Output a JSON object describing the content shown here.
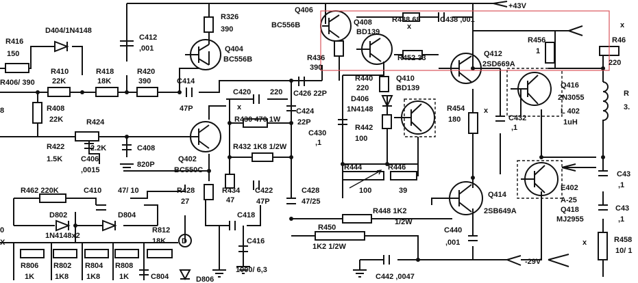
{
  "schematic": {
    "rails": {
      "positive": "+43V",
      "negative": "-29V"
    },
    "components": {
      "r416": {
        "ref": "R416",
        "value": "150"
      },
      "d404": {
        "ref": "D404/1N4148"
      },
      "c412": {
        "ref": "C412",
        "value": ",001"
      },
      "r326": {
        "ref": "R326",
        "value": "390"
      },
      "q406": {
        "ref": "Q406",
        "value": "BC556B"
      },
      "q408": {
        "ref": "Q408",
        "value": "BD139"
      },
      "r438": {
        "ref": "R438 68"
      },
      "c438": {
        "ref": "C438 ,001"
      },
      "r456": {
        "ref": "R456",
        "value": "1"
      },
      "r46x": {
        "ref": "R46",
        "value": "220"
      },
      "r406": {
        "ref": "R406/ 390"
      },
      "r410": {
        "ref": "R410",
        "value": "22K"
      },
      "r418": {
        "ref": "R418",
        "value": "18K"
      },
      "r420": {
        "ref": "R420",
        "value": "390"
      },
      "c414": {
        "ref": "C414",
        "value": "47P"
      },
      "q404": {
        "ref": "Q404",
        "value": "BC556B"
      },
      "r436": {
        "ref": "R436",
        "value": "390"
      },
      "r452": {
        "ref": "R452 33"
      },
      "q412": {
        "ref": "Q412",
        "value": "2SD669A"
      },
      "r440": {
        "ref": "R440",
        "value": "220"
      },
      "q410": {
        "ref": "Q410",
        "value": "BD139"
      },
      "q416": {
        "ref": "Q416",
        "value": "2N3055"
      },
      "l402": {
        "ref": "L 402",
        "value": "1uH"
      },
      "r3x": {
        "ref": "R",
        "value": "3."
      },
      "c420": {
        "ref": "C420",
        "value": "220"
      },
      "c426": {
        "ref": "C426 22P"
      },
      "d406": {
        "ref": "D406",
        "value": "1N4148"
      },
      "r454": {
        "ref": "R454",
        "value": "180"
      },
      "c432": {
        "ref": "C432",
        "value": ",1"
      },
      "r408": {
        "ref": "R408",
        "value": "22K"
      },
      "r424": {
        "ref": "R424"
      },
      "r430": {
        "ref": "R430 470 1W"
      },
      "c424": {
        "ref": "C424",
        "value": "22P"
      },
      "r442": {
        "ref": "R442",
        "value": "100"
      },
      "c430": {
        "ref": "C430",
        "value": ",1"
      },
      "r422": {
        "ref": "R422",
        "value": "1.5K"
      },
      "c406": {
        "ref": "2.2K",
        "value": "C406"
      },
      "c406v": {
        "ref": ",0015"
      },
      "c408": {
        "ref": "C408",
        "value": "820P"
      },
      "q402": {
        "ref": "Q402",
        "value": "BC550C"
      },
      "r432": {
        "ref": "R432 1K8 1/2W"
      },
      "r444": {
        "ref": "R444",
        "value": "100"
      },
      "r446": {
        "ref": "R446",
        "value": "39"
      },
      "e402": {
        "ref": "E402",
        "value": "A-25"
      },
      "q418": {
        "ref": "Q418",
        "value": "MJ2955"
      },
      "c43a": {
        "ref": "C43",
        "value": ",1"
      },
      "c43b": {
        "ref": "C43",
        "value": ",1"
      },
      "r462": {
        "ref": "R462 220K"
      },
      "c410": {
        "ref": "C410",
        "value": "47/ 10"
      },
      "r428": {
        "ref": "R428",
        "value": "27"
      },
      "r434": {
        "ref": "R434",
        "value": "47"
      },
      "c422": {
        "ref": "C422",
        "value": "47P"
      },
      "c428": {
        "ref": "C428",
        "value": "47/25"
      },
      "r448": {
        "ref": "R448 1K2",
        "value": "1/2W"
      },
      "q414": {
        "ref": "Q414",
        "value": "2SB649A"
      },
      "d802": {
        "ref": "D802"
      },
      "d804": {
        "ref": "D804"
      },
      "d_pair": {
        "ref": "1N4148x2"
      },
      "c418": {
        "ref": "C418"
      },
      "r812": {
        "ref": "R812",
        "value": "18K"
      },
      "c416": {
        "ref": "C416",
        "value": "1000/ 6,3"
      },
      "r450": {
        "ref": "R450",
        "value": "1K2 1/2W"
      },
      "c440": {
        "ref": "C440",
        "value": ",001"
      },
      "r458": {
        "ref": "R458",
        "value": "10/ 1"
      },
      "r806": {
        "ref": "R806",
        "value": "1K"
      },
      "r802": {
        "ref": "R802",
        "value": "1K8"
      },
      "r804": {
        "ref": "R804",
        "value": "1K8"
      },
      "r808": {
        "ref": "R808",
        "value": "1K"
      },
      "c804": {
        "ref": "C804"
      },
      "d806": {
        "ref": "D806"
      },
      "c442": {
        "ref": "C442 ,0047"
      }
    },
    "fragments": {
      "x_mark": "x",
      "left_cut_a": "8",
      "left_cut_b": "0",
      "left_cut_c": "X",
      "circle_d": "D",
      "right_x": "x"
    }
  }
}
